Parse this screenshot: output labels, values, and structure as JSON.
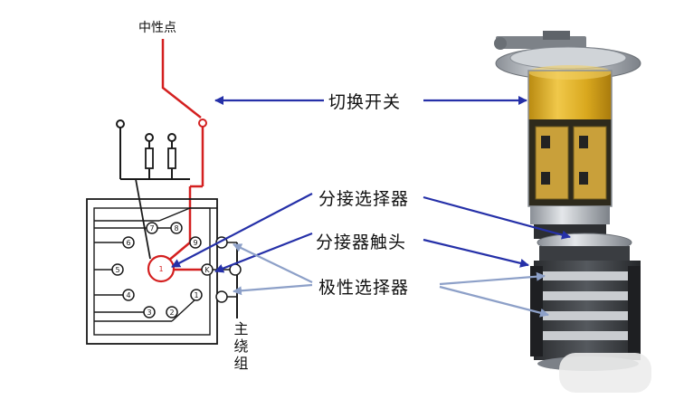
{
  "labels": {
    "neutral_point": "中性点",
    "switch": "切换开关",
    "tap_selector": "分接选择器",
    "tap_contact": "分接器触头",
    "polarity_selector": "极性选择器",
    "main_winding": "主绕组"
  },
  "schematic": {
    "contact_numbers": [
      "1",
      "2",
      "3",
      "4",
      "5",
      "6",
      "7",
      "8",
      "9",
      "K"
    ],
    "center_contact": "1"
  },
  "colors": {
    "wire": "#1a1a1a",
    "live_path": "#d42020",
    "arrow": "#2530a8",
    "arrow_light": "#8da0c8",
    "tank_yellow": "#d9a81e"
  }
}
